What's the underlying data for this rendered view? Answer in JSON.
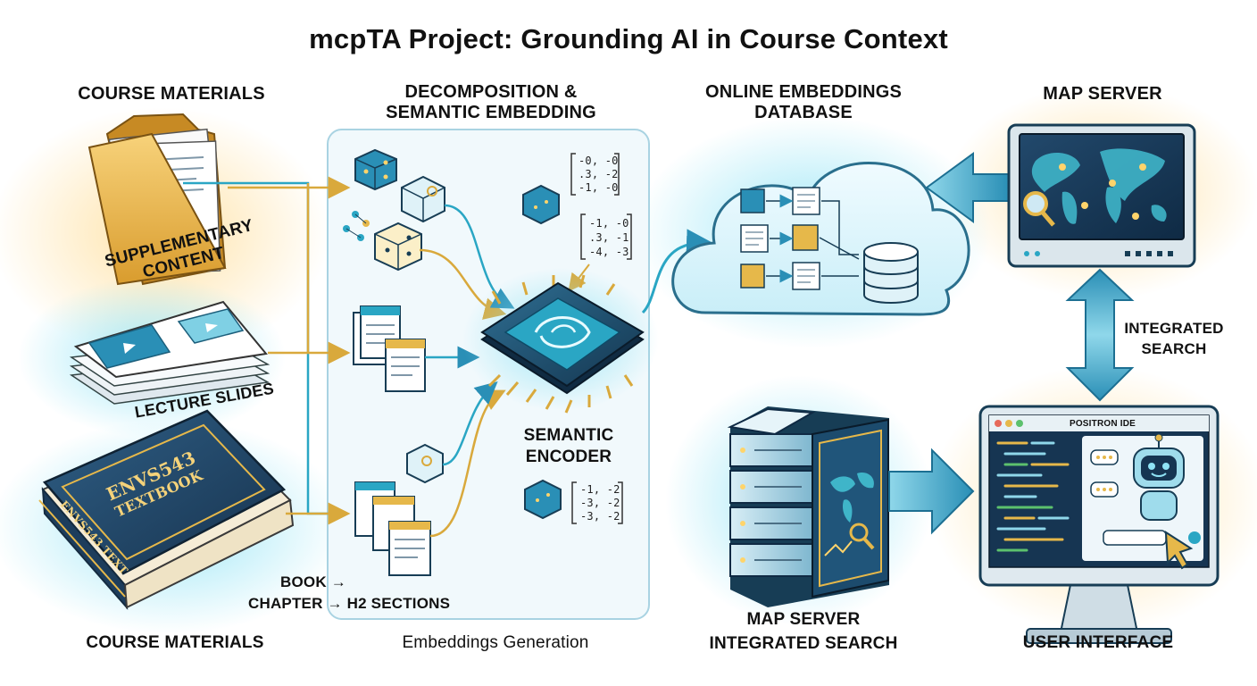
{
  "title": "mcpTA Project: Grounding AI in Course Context",
  "sections": {
    "course_materials_top": "COURSE MATERIALS",
    "decomposition_line1": "DECOMPOSITION &",
    "decomposition_line2": "SEMANTIC EMBEDDING",
    "database_line1": "ONLINE EMBEDDINGS",
    "database_line2": "DATABASE",
    "map_server_top": "MAP SERVER",
    "course_materials_bottom": "COURSE MATERIALS",
    "embeddings_generation": "Embeddings Generation",
    "map_server_bottom_line1": "MAP SERVER",
    "map_server_bottom_line2": "INTEGRATED SEARCH",
    "user_interface": "USER INTERFACE"
  },
  "materials": {
    "supplementary_line1": "SUPPLEMENTARY",
    "supplementary_line2": "CONTENT",
    "lecture_slides": "LECTURE SLIDES",
    "textbook_cover_line1": "ENVS543",
    "textbook_cover_line2": "TEXTBOOK",
    "textbook_spine": "ENVS543 TEXT"
  },
  "decomposition": {
    "hierarchy_line1": "BOOK →",
    "hierarchy_line2": "CHAPTER → H2 SECTIONS",
    "encoder_line1": "SEMANTIC",
    "encoder_line2": "ENCODER"
  },
  "vectors": [
    [
      "-0, -0",
      ".3, -2",
      "-1, -0"
    ],
    [
      "-1, -0",
      ".3, -1",
      "-4, -3"
    ],
    [
      "-1, -2",
      "-3, -2",
      "-3, -2"
    ]
  ],
  "connection": {
    "integrated_line1": "INTEGRATED",
    "integrated_line2": "SEARCH"
  },
  "ide": {
    "title": "POSITRON IDE"
  },
  "colors": {
    "accent_teal": "#2aa6c4",
    "gold": "#e6b84a",
    "navy": "#22405e"
  }
}
